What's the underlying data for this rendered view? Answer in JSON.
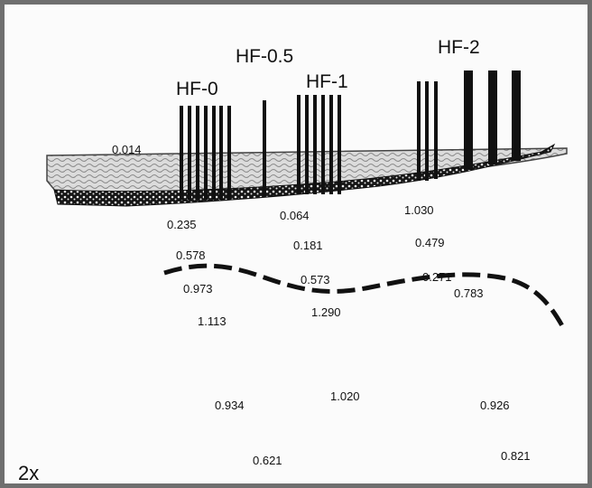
{
  "groups": [
    {
      "id": "hf0",
      "label": "HF-0"
    },
    {
      "id": "hf05",
      "label": "HF-0.5"
    },
    {
      "id": "hf1",
      "label": "HF-1"
    },
    {
      "id": "hf2",
      "label": "HF-2"
    }
  ],
  "values": [
    "0.014",
    "0.235",
    "0.064",
    "1.030",
    "0.578",
    "0.181",
    "0.479",
    "0.973",
    "0.573",
    "0.271",
    "0.783",
    "1.113",
    "1.290",
    "0.934",
    "1.020",
    "0.926",
    "0.621",
    "0.821"
  ],
  "scale_label": "2x",
  "colors": {
    "background": "#7d7d7d",
    "panel": "#fbfbfb",
    "ink": "#111111",
    "layer_light": "#d9d9d9",
    "layer_dark": "#1a1a1a"
  }
}
